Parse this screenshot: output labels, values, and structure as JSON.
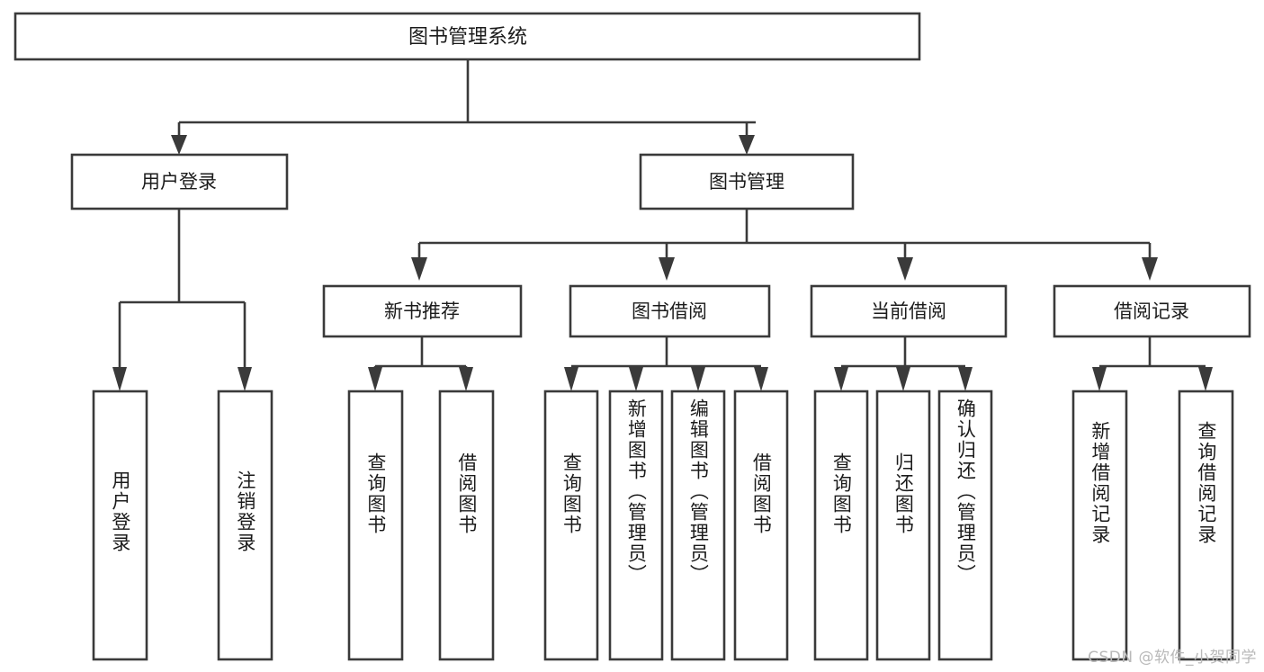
{
  "diagram": {
    "title": "图书管理系统",
    "watermark": "CSDN @软件_小贺同学",
    "type": "tree-hierarchy-diagram",
    "colors": {
      "stroke": "#3a3a3a",
      "fill": "#ffffff",
      "text": "#1b1b1b",
      "watermark": "#b9b9b9",
      "background": "#ffffff"
    },
    "root": {
      "label": "图书管理系统"
    },
    "level2": [
      {
        "label": "用户登录"
      },
      {
        "label": "图书管理"
      }
    ],
    "level3": [
      {
        "label": "新书推荐"
      },
      {
        "label": "图书借阅"
      },
      {
        "label": "当前借阅"
      },
      {
        "label": "借阅记录"
      }
    ],
    "leaves": {
      "user_login": [
        {
          "label": "用户登录"
        },
        {
          "label": "注销登录"
        }
      ],
      "new_book_recommend": [
        {
          "label": "查询图书"
        },
        {
          "label": "借阅图书"
        }
      ],
      "book_borrow": [
        {
          "label": "查询图书"
        },
        {
          "label": "新增图书（管理员）"
        },
        {
          "label": "编辑图书（管理员）"
        },
        {
          "label": "借阅图书"
        }
      ],
      "current_borrow": [
        {
          "label": "查询图书"
        },
        {
          "label": "归还图书"
        },
        {
          "label": "确认归还（管理员）"
        }
      ],
      "borrow_record": [
        {
          "label": "新增借阅记录"
        },
        {
          "label": "查询借阅记录"
        }
      ]
    }
  }
}
